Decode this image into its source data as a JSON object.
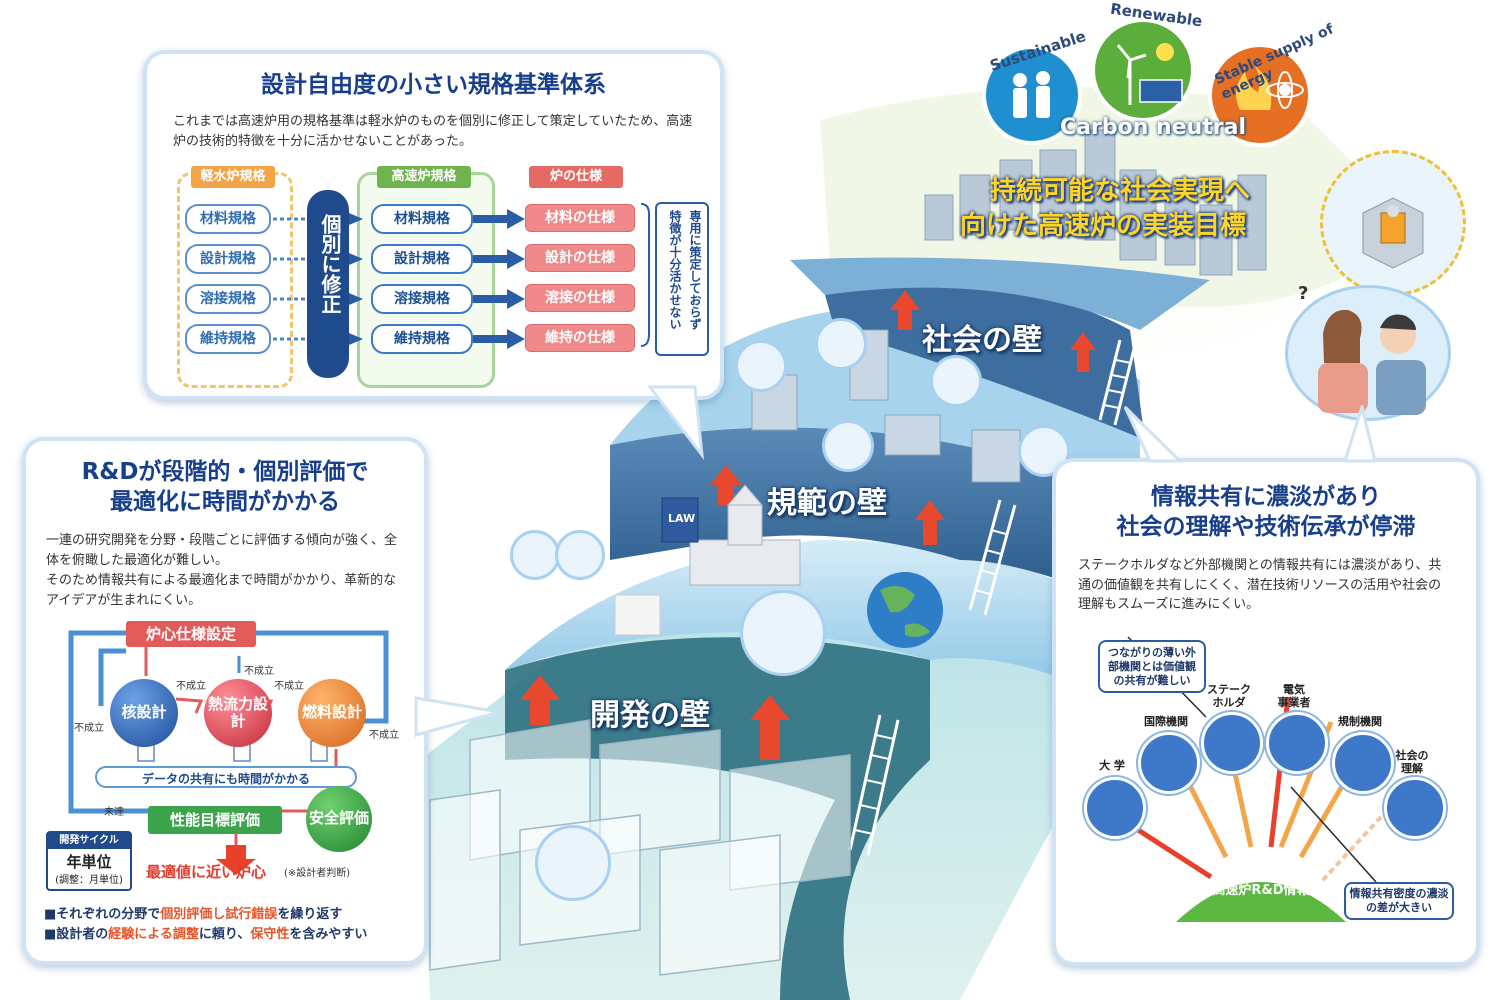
{
  "top_panel": {
    "title": "設計自由度の小さい規格基準体系",
    "body": "これまでは高速炉用の規格基準は軽水炉のものを個別に修正して策定していたため、高速炉の技術的特徴を十分に活かせないことがあった。",
    "col_lwr": "軽水炉規格",
    "col_fr": "高速炉規格",
    "col_spec": "炉の仕様",
    "modify_label": "個別に修正",
    "lwr_items": [
      "材料規格",
      "設計規格",
      "溶接規格",
      "維持規格"
    ],
    "fr_items": [
      "材料規格",
      "設計規格",
      "溶接規格",
      "維持規格"
    ],
    "spec_items": [
      "材料の仕様",
      "設計の仕様",
      "溶接の仕様",
      "維持の仕様"
    ],
    "side_note_col1": "専用に策定しておらず",
    "side_note_col2": "特徴が十分活かせない"
  },
  "left_panel": {
    "title_line1": "R&Dが段階的・個別評価で",
    "title_line2": "最適化に時間がかかる",
    "body_1": "一連の研究開発を分野・段階ごとに評価する傾向が強く、全体を俯瞰した最適化が難しい。",
    "body_2": "そのため情報共有による最適化まで時間がかかり、革新的なアイデアが生まれにくい。",
    "core_spec": "炉心仕様設定",
    "node_nuclear": "核設計",
    "node_thermal": "熱流力設計",
    "node_fuel": "燃料設計",
    "node_safety": "安全評価",
    "perf_eval": "性能目標評価",
    "data_share": "データの共有にも時間がかかる",
    "fail": "不成立",
    "not_reached": "未達",
    "cycle_label": "開発サイクル",
    "cycle_value": "年単位",
    "cycle_note": "(調整：月単位)",
    "result": "最適値に近い炉心",
    "result_note": "(※設計者判断)",
    "bullet1_a": "■それぞれの分野で",
    "bullet1_b": "個別評価し試行錯誤",
    "bullet1_c": "を繰り返す",
    "bullet2_a": "■設計者の",
    "bullet2_b": "経験による調整",
    "bullet2_c": "に頼り、",
    "bullet2_d": "保守性",
    "bullet2_e": "を含みやすい"
  },
  "right_panel": {
    "title_line1": "情報共有に濃淡があり",
    "title_line2": "社会の理解や技術伝承が停滞",
    "body": "ステークホルダなど外部機関との情報共有には濃淡があり、共通の価値観を共有しにくく、潜在技術リソースの活用や社会の理解もスムーズに進みにくい。",
    "callout_weak": "つながりの薄い外部機関とは価値観の共有が難しい",
    "stakeholders": [
      "大 学",
      "国際機関",
      "ステーク\nホルダ",
      "電気\n事業者",
      "規制機関",
      "社会の\n理解"
    ],
    "center": "従来の\n高速炉R&D情報",
    "callout_density": "情報共有密度の濃淡の差が大きい"
  },
  "walls": {
    "society": "社会の壁",
    "regulation": "規範の壁",
    "development": "開発の壁"
  },
  "goal": {
    "sustainable": "Sustainable",
    "renewable": "Renewable",
    "stable": "Stable supply of energy",
    "carbon": "Carbon neutral",
    "title_line1": "持続可能な社会実現へ",
    "title_line2": "向けた高速炉の実装目標"
  },
  "misc": {
    "law": "LAW",
    "question": "?"
  }
}
